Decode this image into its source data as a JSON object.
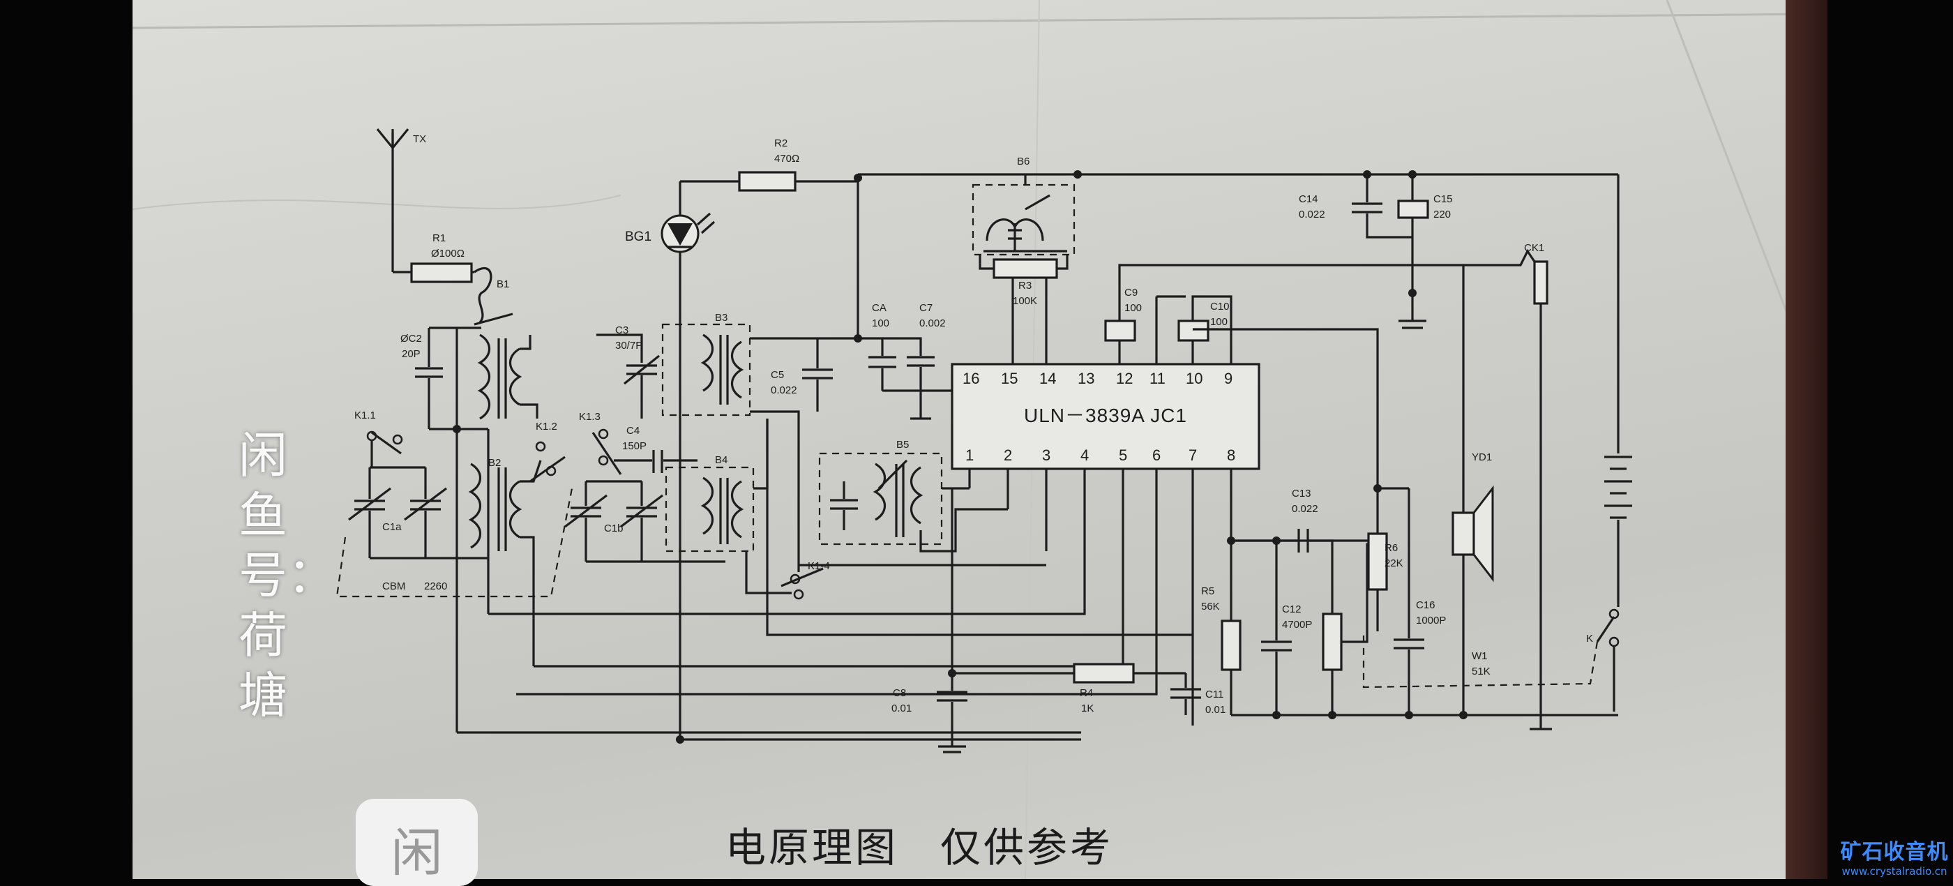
{
  "labels": {
    "tx": "TX",
    "r1": "R1",
    "r1_val": "Ø100Ω",
    "r2": "R2",
    "r2_val": "470Ω",
    "bg1": "BG1",
    "b1": "B1",
    "b2": "B2",
    "b3": "B3",
    "b4": "B4",
    "b5": "B5",
    "b6": "B6",
    "c2": "ØC2",
    "c2_val": "20P",
    "c1a": "C1a",
    "c3": "C3",
    "c3_val": "30/7P",
    "c4": "C4",
    "c4_val": "150P",
    "c1b": "C1b",
    "c5": "C5",
    "c5_val": "0.022",
    "ca": "CA",
    "ca_val": "100",
    "c7": "C7",
    "c7_val": "0.002",
    "r3": "R3",
    "r3_val": "100K",
    "c9": "C9",
    "c9_val": "100",
    "c10": "C10",
    "c10_val": "100",
    "c14": "C14",
    "c14_val": "0.022",
    "c15": "C15",
    "c15_val": "220",
    "ck1": "CK1",
    "k11": "K1.1",
    "k12": "K1.2",
    "k13": "K1.3",
    "k14": "K1-4",
    "cbm": "CBM",
    "cbm_val": "2260",
    "c13": "C13",
    "c13_val": "0.022",
    "c12": "C12",
    "c12_val": "4700P",
    "r5": "R5",
    "r5_val": "56K",
    "r6": "R6",
    "r6_val": "22K",
    "c16": "C16",
    "c16_val": "1000P",
    "w1": "W1",
    "w1_val": "51K",
    "k": "K",
    "yd1": "YD1",
    "c8": "C8",
    "c8_val": "0.01",
    "r4": "R4",
    "r4_val": "1K",
    "c11": "C11",
    "c11_val": "0.01"
  },
  "chip": {
    "name": "ULN－3839A JC1",
    "top_pins": [
      "16",
      "15",
      "14",
      "13",
      "12",
      "11",
      "10",
      "9"
    ],
    "bottom_pins": [
      "1",
      "2",
      "3",
      "4",
      "5",
      "6",
      "7",
      "8"
    ]
  },
  "caption": {
    "main": "电原理图",
    "note": "仅供参考"
  },
  "watermark": {
    "text": "闲鱼号：荷塘",
    "logo": "闲"
  },
  "site": {
    "title": "矿石收音机",
    "url": "www.crystalradio.cn"
  }
}
